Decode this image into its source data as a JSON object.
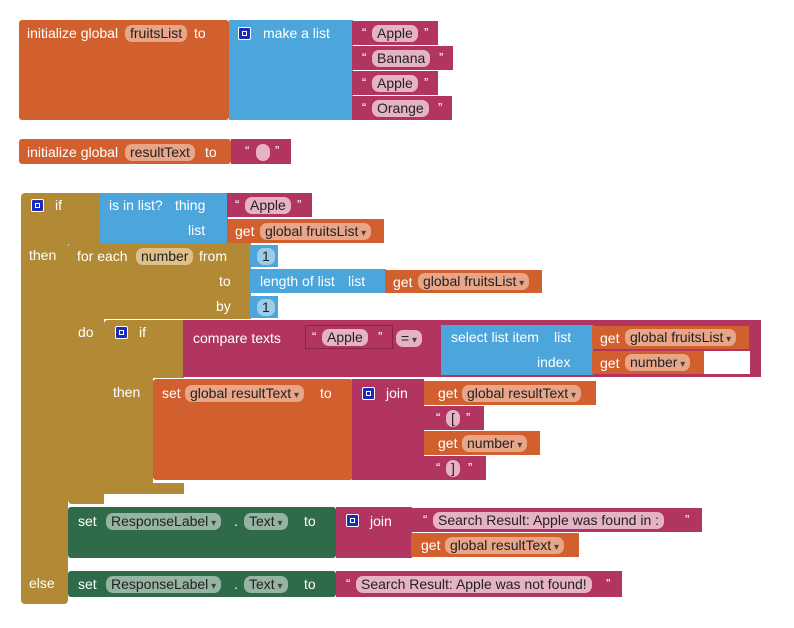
{
  "blocks": {
    "init1": {
      "label": "initialize global",
      "var": "fruitsList",
      "to": "to"
    },
    "make_list": {
      "label": "make a list"
    },
    "list_items": [
      "Apple",
      "Banana",
      "Apple",
      "Orange"
    ],
    "init2": {
      "label": "initialize global",
      "var": "resultText",
      "to": "to"
    },
    "if_label": "if",
    "then_label": "then",
    "else_label": "else",
    "do_label": "do",
    "is_in_list": {
      "label": "is in list?",
      "thing": "thing",
      "list": "list",
      "thing_value": "Apple"
    },
    "get_label": "get",
    "global_fruitsList": "global fruitsList",
    "foreach": {
      "label": "for each",
      "var": "number",
      "from": "from",
      "to": "to",
      "by": "by",
      "from_value": "1",
      "by_value": "1"
    },
    "length_of_list": {
      "label": "length of list",
      "list": "list"
    },
    "compare": {
      "label": "compare texts",
      "left": "Apple",
      "op": "="
    },
    "select_item": {
      "label": "select list item",
      "list": "list",
      "index": "index"
    },
    "number_var": "number",
    "set_label": "set",
    "global_resultText": "global resultText",
    "join_label": "join",
    "open_bracket": "[",
    "close_bracket": "]",
    "response_label": "ResponseLabel",
    "dot": ".",
    "text_prop": "Text",
    "found_text": "Search Result: Apple was found in :",
    "not_found_text": "Search Result: Apple was not found!",
    "quote_open": "“",
    "quote_close": "”"
  },
  "colors": {
    "variables": "#D1602E",
    "lists": "#4CA6DB",
    "text": "#B23561",
    "control": "#B28A35",
    "components": "#2F6B48"
  }
}
